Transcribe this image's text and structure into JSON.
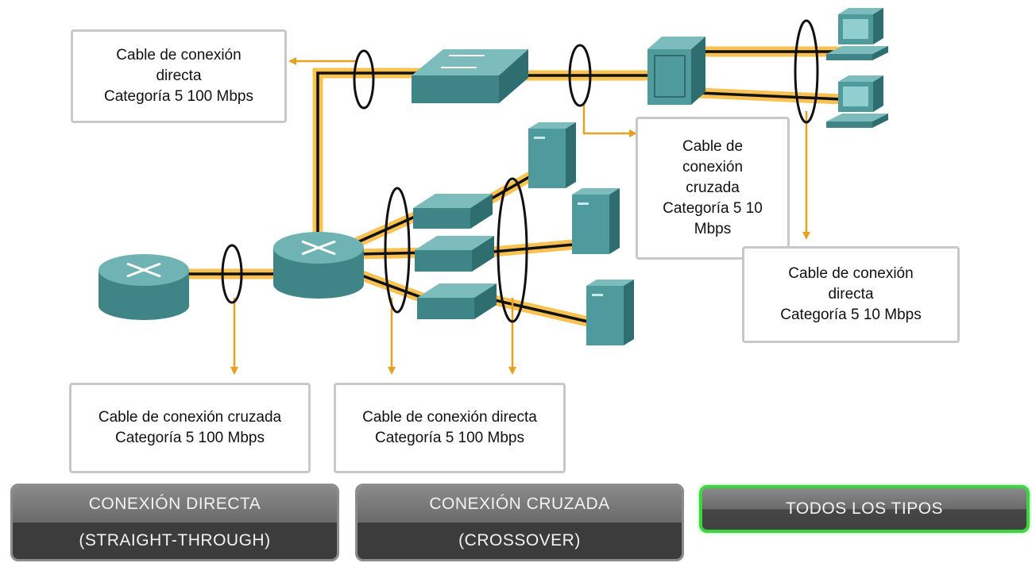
{
  "labels": {
    "top_left": [
      "Cable de conexión",
      "directa",
      "Categoría 5 100 Mbps"
    ],
    "middle_right": [
      "Cable de",
      "conexión",
      "cruzada",
      "Categoría 5 10",
      "Mbps"
    ],
    "far_right": [
      "Cable de conexión",
      "directa",
      "Categoría 5 10 Mbps"
    ],
    "bottom_left": [
      "Cable de conexión cruzada",
      "Categoría 5 100 Mbps"
    ],
    "bottom_middle": [
      "Cable de conexión directa",
      "Categoría 5 100 Mbps"
    ]
  },
  "buttons": {
    "straight_through": [
      "CONEXIÓN DIRECTA",
      "(STRAIGHT-THROUGH)"
    ],
    "crossover": [
      "CONEXIÓN CRUZADA",
      "(CROSSOVER)"
    ],
    "all_types": "TODOS LOS TIPOS"
  },
  "colors": {
    "cable_glow": "#f7b733",
    "callout_arrow": "#e8a020",
    "device_teal": "#4f9a9c",
    "active_button_border": "#3fd33f"
  },
  "icons": [
    "router-icon",
    "switch-icon",
    "hub-icon",
    "server-icon",
    "workstation-icon"
  ]
}
